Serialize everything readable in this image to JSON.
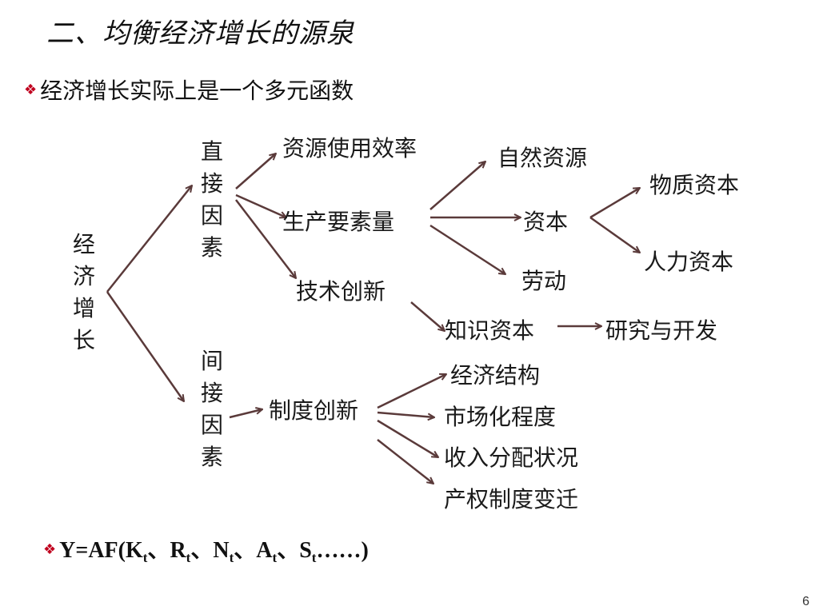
{
  "title": "二、均衡经济增长的源泉",
  "bullet_icon": "diamond-bullet-icon",
  "bullet1": "经济增长实际上是一个多元函数",
  "nodes": {
    "root": "经济增长",
    "direct": "直接因素",
    "indirect": "间接因素",
    "resource_efficiency": "资源使用效率",
    "factor_quantity": "生产要素量",
    "tech_innovation": "技术创新",
    "natural_resources": "自然资源",
    "capital": "资本",
    "labor": "劳动",
    "physical_capital": "物质资本",
    "human_capital": "人力资本",
    "knowledge_capital": "知识资本",
    "rnd": "研究与开发",
    "institutional_innovation": "制度创新",
    "economic_structure": "经济结构",
    "marketization": "市场化程度",
    "income_distribution": "收入分配状况",
    "property_rights": "产权制度变迁"
  },
  "formula": {
    "prefix": "Y=AF(",
    "terms": [
      {
        "base": "K",
        "sub": "t",
        "sep": "、"
      },
      {
        "base": "R",
        "sub": "t",
        "sep": "、"
      },
      {
        "base": "N",
        "sub": "t",
        "sep": "、"
      },
      {
        "base": "A",
        "sub": "t",
        "sep": "、"
      },
      {
        "base": "S",
        "sub": "t",
        "sep": ""
      }
    ],
    "suffix": "……)"
  },
  "page_number": "6",
  "colors": {
    "arrow": "#5a3a3a",
    "bullet": "#c0001e"
  }
}
